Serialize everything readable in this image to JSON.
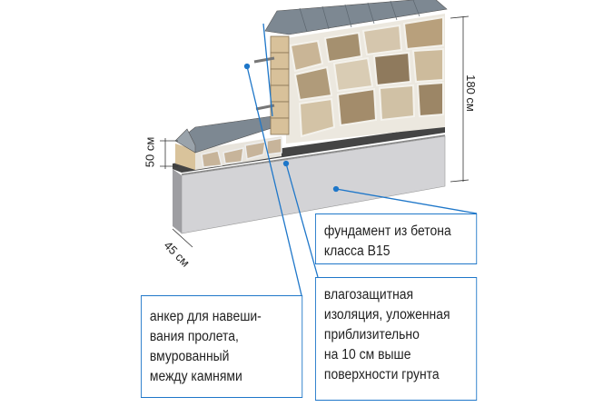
{
  "dimensions": {
    "height_total": "180 см",
    "height_low": "50 см",
    "width": "45 см"
  },
  "labels": {
    "foundation": [
      "фундамент из бетона",
      "класса B15"
    ],
    "insulation": [
      "влагозащитная",
      "изоляция, уложенная",
      "приблизительно",
      "на 10 см выше",
      "поверхности грунта"
    ],
    "anchor": [
      "анкер для навеши-",
      "вания пролета,",
      "вмурованный",
      "между камнями"
    ]
  },
  "colors": {
    "leader": "#1f77c9",
    "concrete": "#d4d4d6",
    "roof": "#7d8892",
    "stone": "#c7b49a"
  }
}
